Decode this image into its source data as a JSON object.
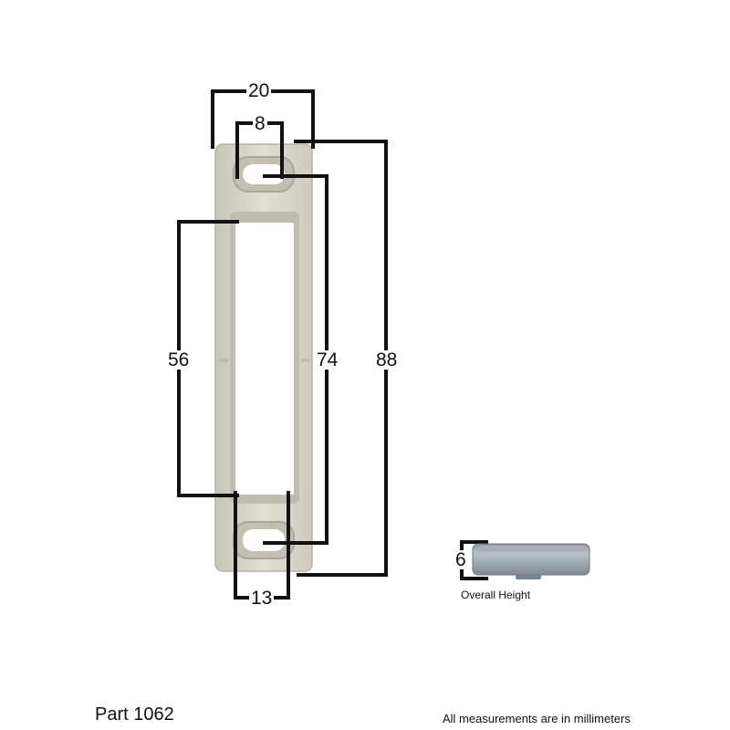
{
  "part": {
    "label": "Part 1062"
  },
  "note": "All measurements are in millimeters",
  "side_view": {
    "dimension": "6",
    "caption": "Overall Height"
  },
  "dimensions": {
    "overall_width": "20",
    "slot_width": "8",
    "inner_window_length": "56",
    "hole_center_distance": "74",
    "overall_length": "88",
    "bottom_slot_width": "13"
  },
  "colors": {
    "line": "#111111",
    "plate_metal": "#d6d3c6",
    "plate_shadow": "#b9b6a8",
    "window_bg": "#ffffff",
    "side_metal": "#9aa5b2"
  }
}
